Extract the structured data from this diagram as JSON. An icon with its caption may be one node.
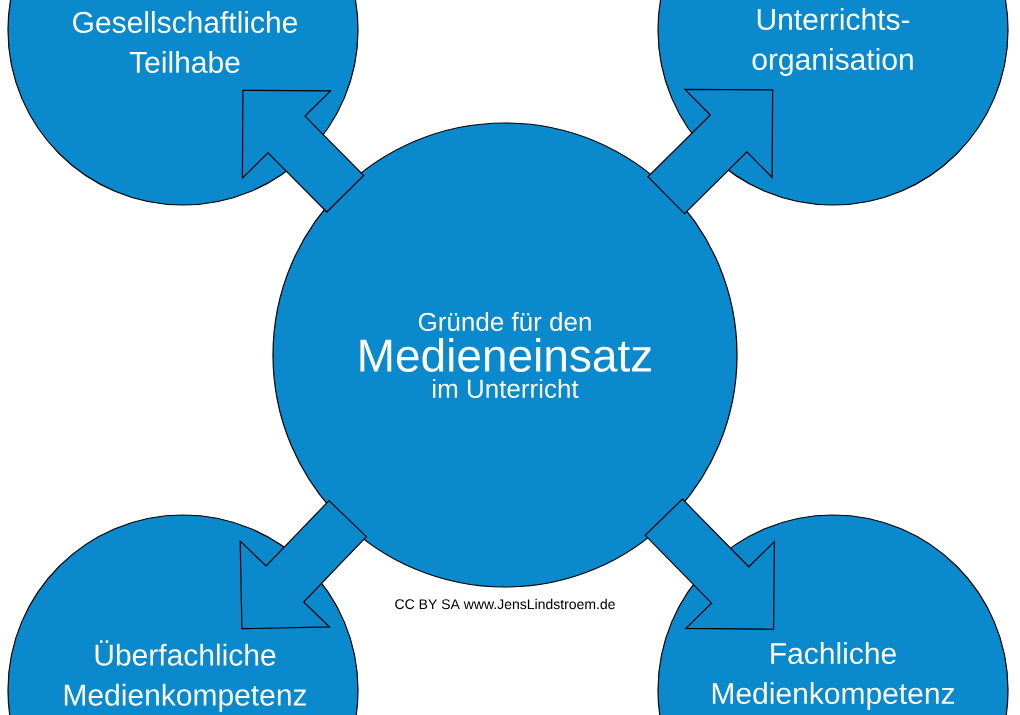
{
  "diagram": {
    "nodes": [
      {
        "text": [
          "Gesellschaftliche Teilhabe"
        ]
      },
      {
        "text": [
          "Unterrichts- organisation"
        ]
      },
      {
        "text": [
          "Gründe für den",
          "Medieneinsatz",
          "im Unterricht"
        ]
      },
      {
        "text": [
          "Überfachliche Medienkompetenz"
        ]
      },
      {
        "text": [
          "Fachliche Medienkompetenz"
        ]
      }
    ],
    "edges": [
      {
        "from": 2,
        "to": 0,
        "arrow": "to"
      },
      {
        "from": 2,
        "to": 1,
        "arrow": "to"
      },
      {
        "from": 2,
        "to": 3,
        "arrow": "to"
      },
      {
        "from": 2,
        "to": 4,
        "arrow": "to"
      }
    ],
    "labels": [
      "CC BY SA www.JensLindstroem.de"
    ]
  }
}
